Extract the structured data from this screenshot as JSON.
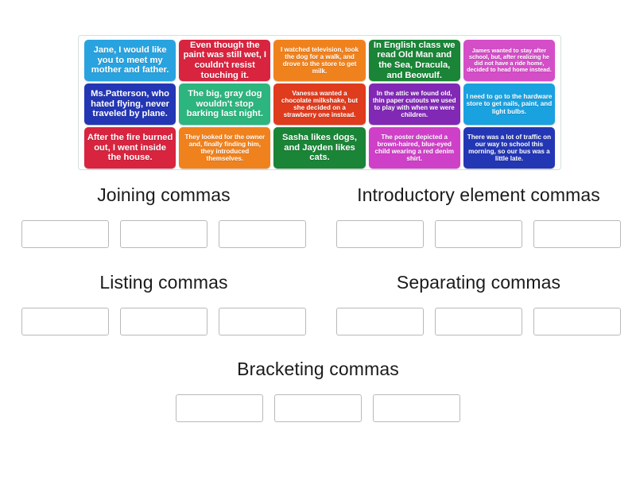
{
  "activity": {
    "type": "group-sort",
    "tile_tray": {
      "rows": [
        [
          {
            "text": "Jane, I would like you to meet my mother and father.",
            "color": "#29a3e0",
            "size": "fs-lg"
          },
          {
            "text": "Even though the paint was still wet, I couldn't resist touching it.",
            "color": "#d8243f",
            "size": "fs-lg"
          },
          {
            "text": "I watched television, took the dog for a walk, and drove to the store to get milk.",
            "color": "#f0821e",
            "size": "fs-sm"
          },
          {
            "text": "In English class we read Old Man and the Sea, Dracula, and Beowulf.",
            "color": "#1a8437",
            "size": "fs-lg"
          },
          {
            "text": "James wanted to stay after school, but, after realizing he did not have a ride home, decided to head home instead.",
            "color": "#d44ec7",
            "size": "fs-xs"
          }
        ],
        [
          {
            "text": "Ms.Patterson, who hated flying, never traveled by plane.",
            "color": "#2337b5",
            "size": "fs-lg"
          },
          {
            "text": "The big, gray dog wouldn't stop barking last night.",
            "color": "#2cb57e",
            "size": "fs-lg"
          },
          {
            "text": "Vanessa wanted a chocolate milkshake, but she decided on a strawberry one instead.",
            "color": "#df3b1d",
            "size": "fs-sm"
          },
          {
            "text": "In the attic we found old, thin paper cutouts we used to play with when we were children.",
            "color": "#8129b5",
            "size": "fs-sm"
          },
          {
            "text": "I need to go to the hardware store to get nails, paint, and light bulbs.",
            "color": "#1aa1e0",
            "size": "fs-sm"
          }
        ],
        [
          {
            "text": "After the fire burned out, I went inside the house.",
            "color": "#d8243f",
            "size": "fs-lg"
          },
          {
            "text": "They looked for the owner and, finally finding him, they introduced themselves.",
            "color": "#f0821e",
            "size": "fs-sm"
          },
          {
            "text": "Sasha likes dogs, and Jayden likes cats.",
            "color": "#1a8437",
            "size": "fs-lg"
          },
          {
            "text": "The poster depicted a brown-haired, blue-eyed child wearing a red denim shirt.",
            "color": "#cf40c8",
            "size": "fs-sm"
          },
          {
            "text": "There was a lot of traffic on our way to school this morning, so our bus was a little late.",
            "color": "#2337b5",
            "size": "fs-sm"
          }
        ]
      ]
    },
    "categories": [
      {
        "title": "Joining commas",
        "slots": [
          "",
          "",
          ""
        ]
      },
      {
        "title": "Introductory element commas",
        "slots": [
          "",
          "",
          ""
        ]
      },
      {
        "title": "Listing commas",
        "slots": [
          "",
          "",
          ""
        ]
      },
      {
        "title": "Separating commas",
        "slots": [
          "",
          "",
          ""
        ]
      },
      {
        "title": "Bracketing commas",
        "slots": [
          "",
          "",
          ""
        ]
      }
    ]
  }
}
